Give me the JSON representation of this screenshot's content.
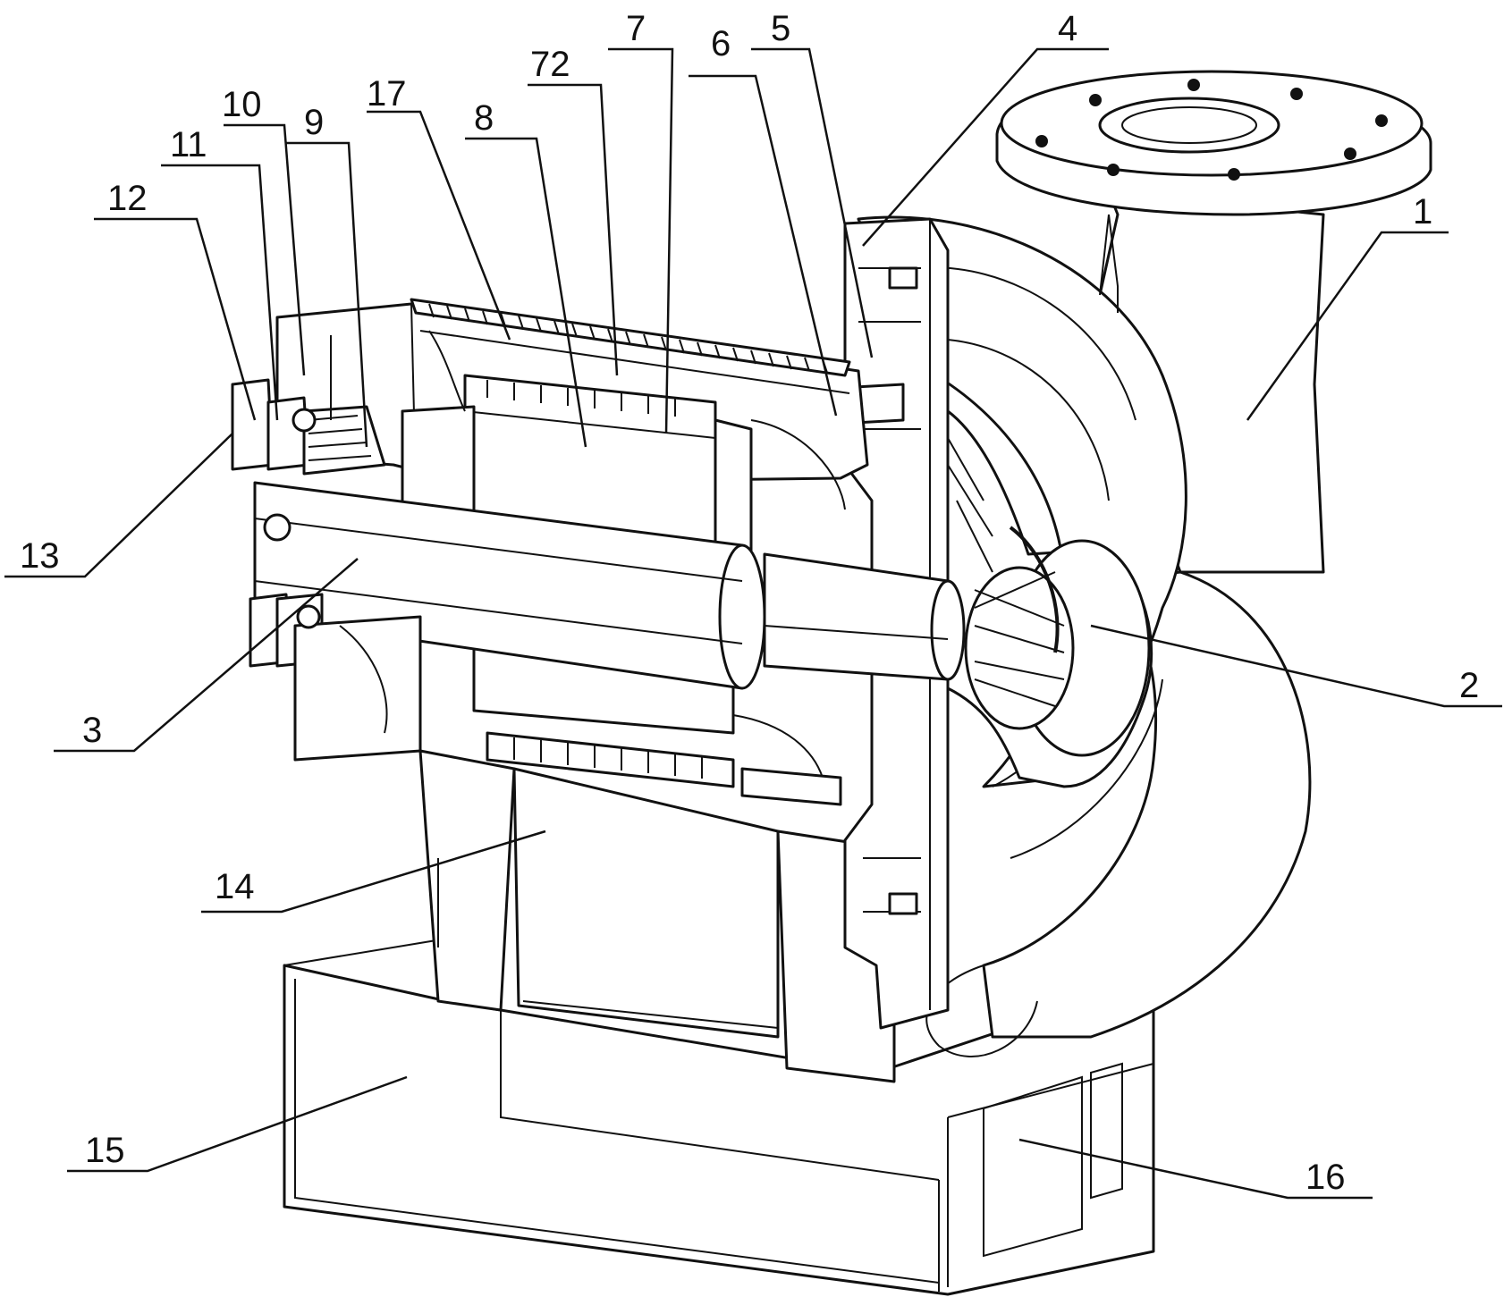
{
  "labels": {
    "l1": "1",
    "l2": "2",
    "l3": "3",
    "l4": "4",
    "l5": "5",
    "l6": "6",
    "l7": "7",
    "l72": "72",
    "l8": "8",
    "l9": "9",
    "l10": "10",
    "l11": "11",
    "l12": "12",
    "l13": "13",
    "l14": "14",
    "l15": "15",
    "l16": "16",
    "l17": "17"
  },
  "colors": {
    "line": "#111111",
    "background": "#ffffff"
  }
}
